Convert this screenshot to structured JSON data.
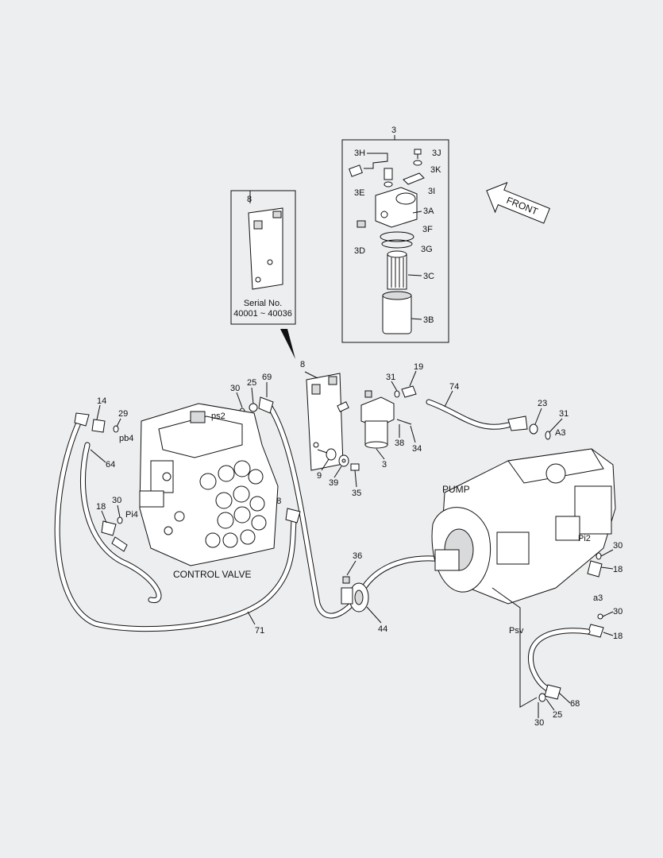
{
  "inset_main": {
    "callout": "3",
    "labels": [
      "3H",
      "3J",
      "3K",
      "3E",
      "3I",
      "3A",
      "3F",
      "3D",
      "3G",
      "3C",
      "3B"
    ]
  },
  "inset_serial": {
    "callout": "8",
    "serial_line1": "Serial No.",
    "serial_line2": "40001 ~ 40036"
  },
  "front_arrow": "FRONT",
  "component_labels": {
    "control_valve": "CONTROL VALVE",
    "pump": "PUMP"
  },
  "callouts": {
    "c8": "8",
    "c31a": "31",
    "c19": "19",
    "c74": "74",
    "c30a": "30",
    "c25a": "25",
    "c69": "69",
    "c14": "14",
    "c29": "29",
    "ps2": "ps2",
    "pb4": "pb4",
    "c64": "64",
    "c23": "23",
    "c31b": "31",
    "A3": "A3",
    "c38": "38",
    "c34": "34",
    "c3": "3",
    "c9": "9",
    "c39": "39",
    "c35": "35",
    "pa8": "pa8",
    "c18a": "18",
    "c30b": "30",
    "Pi4": "Pi4",
    "Pi2": "Pi2",
    "c30c": "30",
    "c18b": "18",
    "c36": "36",
    "c71": "71",
    "c44": "44",
    "a3": "a3",
    "c30d": "30",
    "c18c": "18",
    "Psv": "Psv",
    "c68": "68",
    "c30e": "30",
    "c25b": "25"
  }
}
